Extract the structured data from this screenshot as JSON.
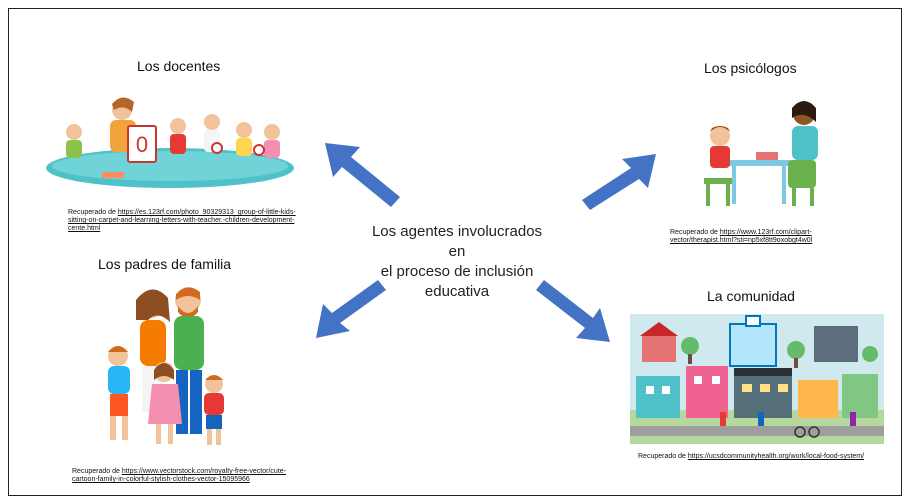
{
  "center_text": {
    "line1": "Los agentes involucrados en",
    "line2": "el proceso de inclusión",
    "line3": "educativa"
  },
  "nodes": {
    "docentes": {
      "title": "Los docentes",
      "credit_prefix": "Recuperado de",
      "credit_url": "https://es.123rf.com/photo_90329313_group-of-little-kids-sitting-on-carpet-and-learning-letters-with-teacher.-children-development-cente.html"
    },
    "psicologos": {
      "title": "Los psicólogos",
      "credit_prefix": "Recuperado de",
      "credit_url": "https://www.123rf.com/clipart-vector/therapist.html?sti=np5xf8tt9oxobgt4w0l"
    },
    "padres": {
      "title": "Los padres de familia",
      "credit_prefix": "Recuperado de",
      "credit_url": "https://www.vectorstock.com/royalty-free-vector/cute-cartoon-family-in-colorful-stylish-clothes-vector-15095966"
    },
    "comunidad": {
      "title": "La comunidad",
      "credit_prefix": "Recuperado de",
      "credit_url": "https://ucsdcommunityhealth.org/work/local-food-system/"
    }
  },
  "colors": {
    "arrow": "#4472c4",
    "carpet": "#4fc1c9",
    "community_sky": "#cfe9ee"
  }
}
